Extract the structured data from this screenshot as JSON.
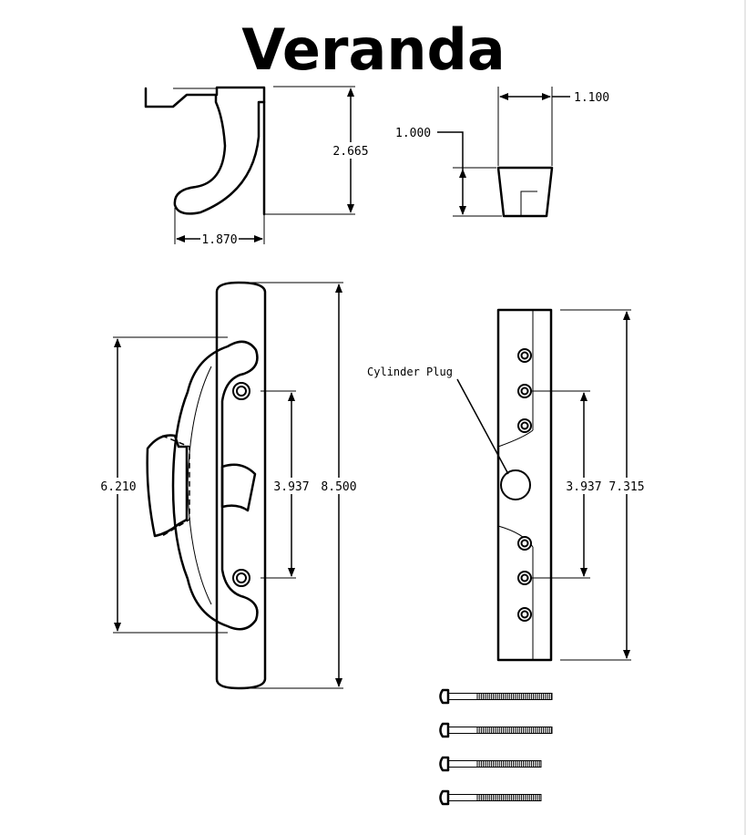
{
  "title": "Veranda",
  "dimensions": {
    "side_height": "2.665",
    "side_width": "1.870",
    "top_depth": "1.100",
    "top_height": "1.000",
    "grip_span": "6.210",
    "hole_spacing_front": "3.937",
    "overall_length": "8.500",
    "hole_spacing_back": "3.937",
    "back_plate_length": "7.315"
  },
  "callouts": {
    "cylinder_plug": "Cylinder Plug"
  },
  "screws": [
    {
      "kind": "long"
    },
    {
      "kind": "long"
    },
    {
      "kind": "short"
    },
    {
      "kind": "short"
    }
  ]
}
